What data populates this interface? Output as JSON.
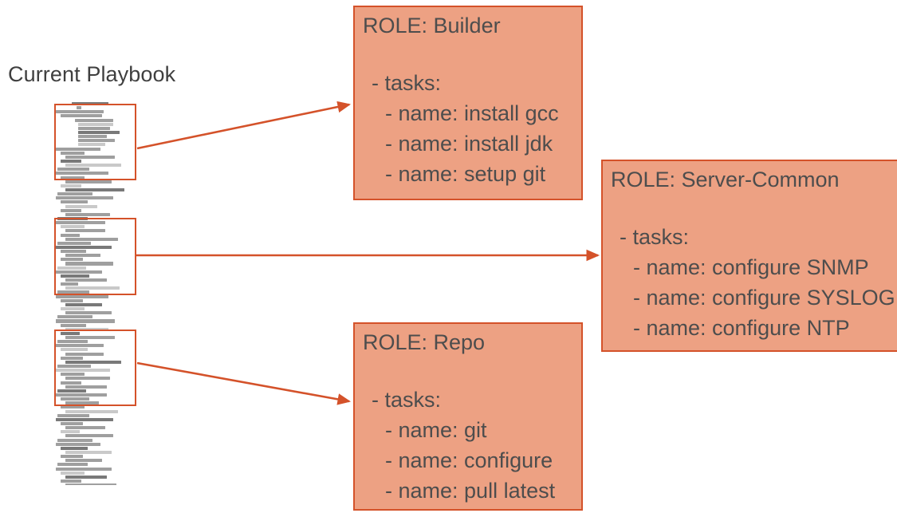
{
  "title": "Current Playbook",
  "colors": {
    "box_fill": "#EDA183",
    "box_border": "#D4522A",
    "arrow": "#D4522A",
    "text": "#4d4d4d",
    "title_text": "#3f3f3f",
    "code_text": "#8a8a8a",
    "background": "#ffffff"
  },
  "roles": [
    {
      "id": "builder",
      "title": "ROLE: Builder",
      "tasks_label": "- tasks:",
      "items": [
        "- name: install gcc",
        "- name: install jdk",
        "- name: setup git"
      ]
    },
    {
      "id": "server-common",
      "title": "ROLE: Server-Common",
      "tasks_label": "- tasks:",
      "items": [
        "- name: configure SNMP",
        "- name: configure SYSLOG",
        "- name: configure NTP"
      ]
    },
    {
      "id": "repo",
      "title": "ROLE: Repo",
      "tasks_label": "- tasks:",
      "items": [
        "- name: git",
        "- name: configure",
        "- name: pull latest"
      ]
    }
  ],
  "highlights": [
    {
      "id": "highlight-builder",
      "target": "builder"
    },
    {
      "id": "highlight-server-common",
      "target": "server-common"
    },
    {
      "id": "highlight-repo",
      "target": "repo"
    }
  ],
  "arrows": [
    {
      "id": "arrow-to-builder",
      "from": "highlight-builder",
      "to": "builder"
    },
    {
      "id": "arrow-to-server-common",
      "from": "highlight-server-common",
      "to": "server-common"
    },
    {
      "id": "arrow-to-repo",
      "from": "highlight-repo",
      "to": "repo"
    }
  ]
}
